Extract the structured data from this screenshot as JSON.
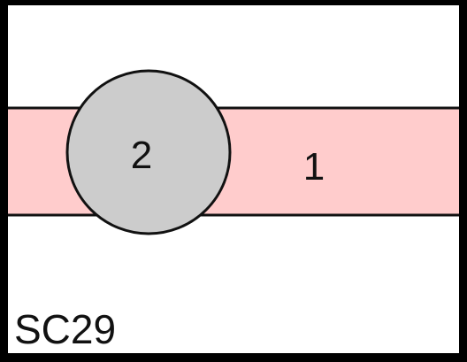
{
  "diagram": {
    "id_label": "SC29",
    "band_label": "1",
    "circle_label": "2",
    "colors": {
      "frame": "#000000",
      "background": "#ffffff",
      "band_fill": "#ffcccc",
      "circle_fill": "#cccccc",
      "stroke": "#111111",
      "text": "#111111"
    }
  }
}
